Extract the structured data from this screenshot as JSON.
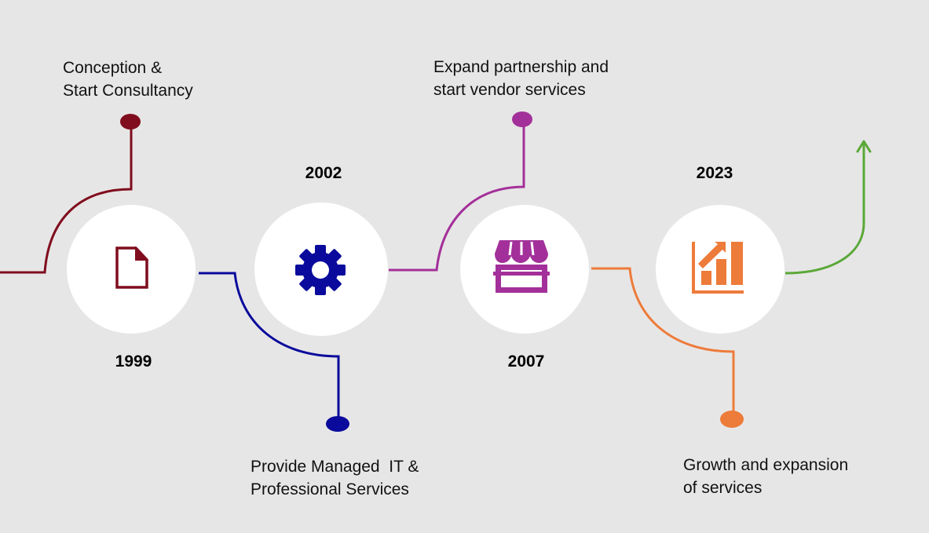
{
  "milestones": [
    {
      "year": "1999",
      "label_line1": "Conception &",
      "label_line2": "Start Consultancy",
      "icon": "document-icon",
      "color": "#7f0d1e"
    },
    {
      "year": "2002",
      "label_line1": "Provide Managed  IT &",
      "label_line2": "Professional Services",
      "icon": "gear-icon",
      "color": "#0a0a9c"
    },
    {
      "year": "2007",
      "label_line1": "Expand partnership and",
      "label_line2": "start vendor services",
      "icon": "storefront-icon",
      "color": "#a3309a"
    },
    {
      "year": "2023",
      "label_line1": "Growth and expansion",
      "label_line2": "of services",
      "icon": "growth-chart-icon",
      "color": "#ed7b3a"
    }
  ],
  "arrow": {
    "icon": "arrow-up-icon",
    "color": "#5aa838"
  },
  "background": "#e7e6e6"
}
